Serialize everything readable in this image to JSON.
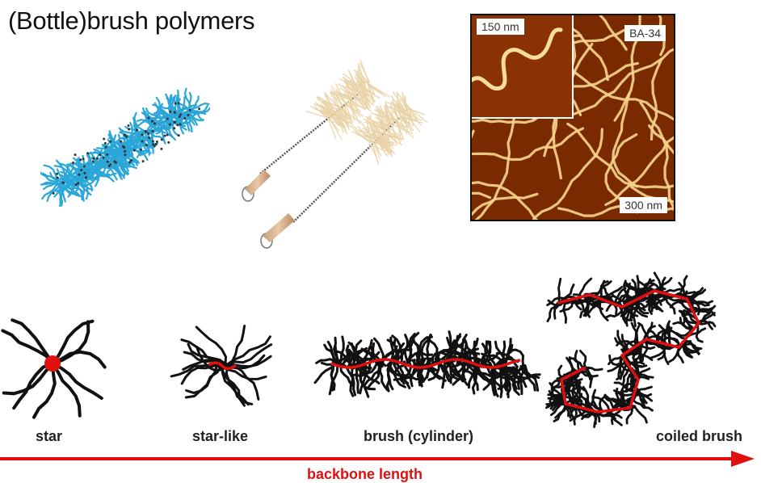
{
  "title": "(Bottle)brush polymers",
  "afm": {
    "inset_label": "150 nm",
    "sample_label": "BA-34",
    "scale_label": "300 nm"
  },
  "schematics": [
    {
      "label": "star"
    },
    {
      "label": "star-like"
    },
    {
      "label": "brush (cylinder)"
    },
    {
      "label": "coiled brush"
    }
  ],
  "axis_label": "backbone length",
  "colors": {
    "backbone": "#e01010",
    "side_chains": "#111111",
    "molecule_chains": "#2aa6d8",
    "afm_background": "#7a2a00",
    "afm_fibers": "#f4d38a",
    "brush_bristles": "#e9d2a6",
    "arrow": "#e01010"
  }
}
